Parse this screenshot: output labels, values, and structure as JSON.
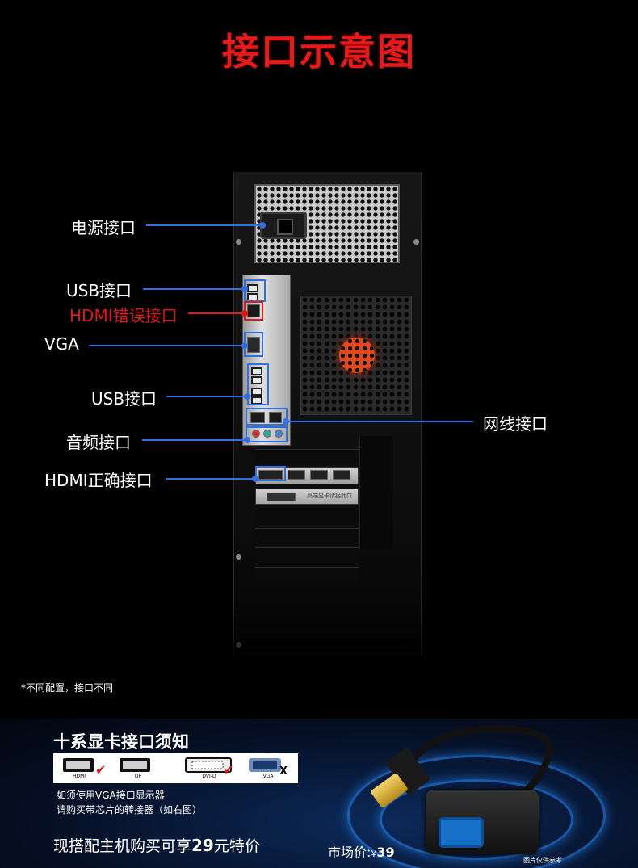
{
  "title": "接口示意图",
  "labels": {
    "power": "电源接口",
    "usb_top": "USB接口",
    "hdmi_wrong": "HDMI错误接口",
    "vga": "VGA",
    "usb_mid": "USB接口",
    "audio": "音频接口",
    "hdmi_right": "HDMI正确接口",
    "network": "网线接口"
  },
  "colors": {
    "title_red": "#e51a1a",
    "line_blue": "#2f6fe0",
    "line_red": "#e01818"
  },
  "gpu_label": "高端显卡请接此口",
  "footnote": "*不同配置，接口不同",
  "bottom": {
    "heading": "十系显卡接口须知",
    "connectors": [
      {
        "name": "HDMI",
        "supported": true
      },
      {
        "name": "DP",
        "supported": true
      },
      {
        "name": "DVI-D",
        "supported": true
      },
      {
        "name": "VGA",
        "supported": false
      }
    ],
    "cross_mark": "X",
    "note_line1": "如须使用VGA接口显示器",
    "note_line2": "请购买带芯片的转接器（如右图）",
    "promo_prefix": "现搭配主机购买可享",
    "promo_price": "29",
    "promo_suffix": "元特价",
    "market_label": "市场价:",
    "market_symbol": "¥",
    "market_price": "39",
    "image_note": "图片仅供参考"
  }
}
